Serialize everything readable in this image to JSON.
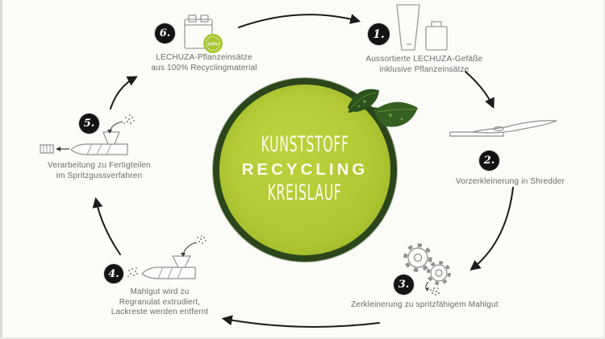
{
  "diagram": {
    "title_center": {
      "line1": "KUNSTSTOFF",
      "line2": "RECYCLING",
      "line3": "KREISLAUF"
    },
    "steps": [
      {
        "num": "1.",
        "icon": "sorted-planters-icon",
        "lines": [
          "Aussortierte LECHUZA-Gefäße",
          "inklusive Pflanzeinsätze"
        ]
      },
      {
        "num": "2.",
        "icon": "shredder-icon",
        "lines": [
          "Vorzerkleinerung in Shredder"
        ]
      },
      {
        "num": "3.",
        "icon": "gears-grinding-icon",
        "lines": [
          "Zerkleinerung zu spritzfähigem Mahlgut"
        ]
      },
      {
        "num": "4.",
        "icon": "extruder-icon",
        "lines": [
          "Mahlgut wird zu",
          "Regranulat extrudiert,",
          "Lackreste werden entfernt"
        ]
      },
      {
        "num": "5.",
        "icon": "injection-molding-icon",
        "lines": [
          "Verarbeitung zu Fertigteilen",
          "im Spritzgussverfahren"
        ]
      },
      {
        "num": "6.",
        "icon": "recycled-liner-icon",
        "badge": "100%",
        "lines": [
          "LECHUZA-Pflanzeinsätze",
          "aus 100% Recyclingmaterial"
        ]
      }
    ],
    "colors": {
      "circle_fill": "#b2c832",
      "circle_ring": "#2b461b",
      "leaf_dark": "#2b521a",
      "badge_green": "#a6c72e",
      "number_bg": "#141414",
      "text_gray": "#6a6a6a",
      "arrow": "#1c1c1c",
      "background": "#fbfbf8"
    }
  }
}
